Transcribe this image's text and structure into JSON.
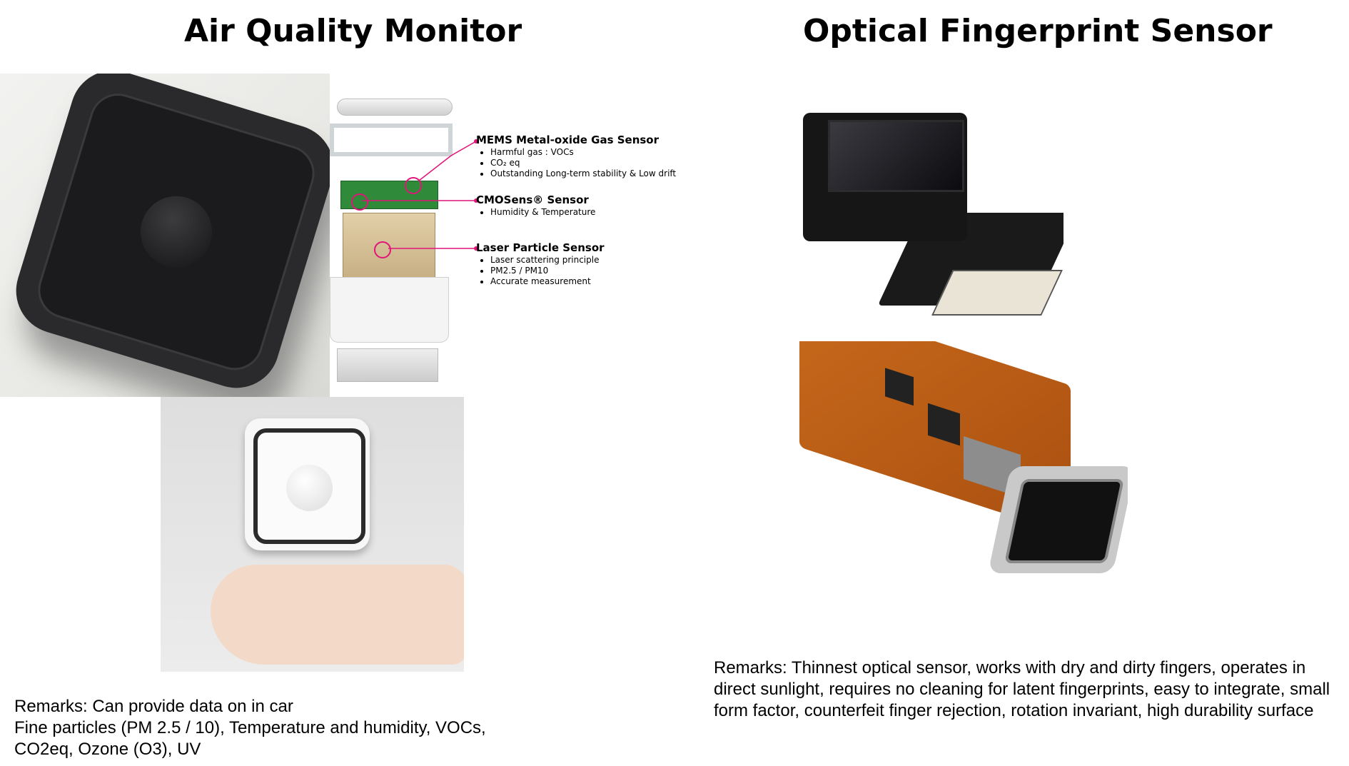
{
  "left": {
    "title": "Air Quality Monitor",
    "callouts": [
      {
        "head": "MEMS Metal-oxide Gas Sensor",
        "bullets": [
          "Harmful gas : VOCs",
          "CO₂ eq",
          "Outstanding Long-term stability & Low drift"
        ]
      },
      {
        "head": "CMOSens® Sensor",
        "bullets": [
          "Humidity & Temperature"
        ]
      },
      {
        "head": "Laser Particle Sensor",
        "bullets": [
          "Laser scattering principle",
          "PM2.5 / PM10",
          "Accurate measurement"
        ]
      }
    ],
    "remarks": [
      "Remarks: Can provide data on in car",
      "Fine particles (PM 2.5 / 10), Temperature  and humidity, VOCs,",
      "CO2eq, Ozone (O3), UV"
    ]
  },
  "right": {
    "title": "Optical Fingerprint Sensor",
    "remarks": "Remarks: Thinnest optical sensor, works with dry and dirty fingers, operates in direct sunlight, requires no cleaning for latent fingerprints, easy to integrate, small form factor, counterfeit finger rejection, rotation invariant, high durability surface"
  },
  "colors": {
    "callout_accent": "#e0157a"
  }
}
